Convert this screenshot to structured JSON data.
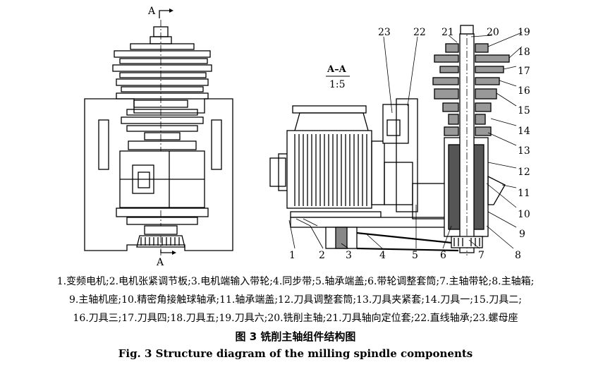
{
  "section": {
    "marker_top": "A",
    "marker_bottom": "A",
    "title": "A–A",
    "scale": "1:5"
  },
  "callouts": [
    "1",
    "2",
    "3",
    "4",
    "5",
    "6",
    "7",
    "8",
    "9",
    "10",
    "11",
    "12",
    "13",
    "14",
    "15",
    "16",
    "17",
    "18",
    "19",
    "20",
    "21",
    "22",
    "23"
  ],
  "legend": {
    "line1": "1.变频电机;2.电机张紧调节板;3.电机端输入带轮;4.同步带;5.轴承端盖;6.带轮调整套筒;7.主轴带轮;8.主轴箱;",
    "line2": "9.主轴机座;10.精密角接触球轴承;11.轴承端盖;12.刀具调整套筒;13.刀具夹紧套;14.刀具一;15.刀具二;",
    "line3": "16.刀具三;17.刀具四;18.刀具五;19.刀具六;20.铣削主轴;21.刀具轴向定位套;22.直线轴承;23.螺母座"
  },
  "caption": {
    "cn": "图 3    铣削主轴组件结构图",
    "en": "Fig. 3    Structure diagram of the milling spindle components"
  }
}
